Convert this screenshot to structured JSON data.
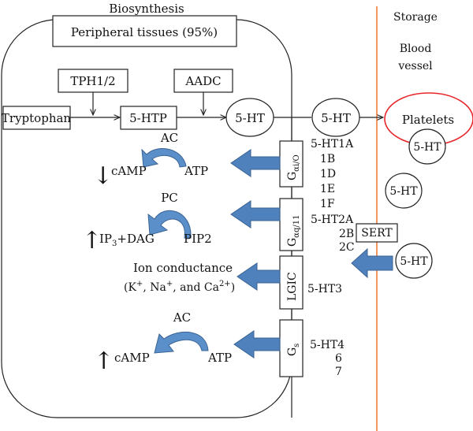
{
  "header": {
    "biosynthesis": "Biosynthesis",
    "peripheral": "Peripheral tissues (95%)",
    "storage": "Storage",
    "blood_vessel_1": "Blood",
    "blood_vessel_2": "vessel"
  },
  "pathway": {
    "tph": "TPH1/2",
    "aadc": "AADC",
    "tryptophan": "Tryptophan",
    "htp": "5-HTP",
    "ht_cell": "5-HT",
    "ht_out": "5-HT"
  },
  "platelets": {
    "label": "Platelets",
    "ht_in_platelet": "5-HT",
    "ht_free": "5-HT",
    "ht_sert": "5-HT",
    "sert": "SERT"
  },
  "receptors": {
    "gi_main": "G",
    "gi_sub": "αi/O",
    "gq_main": "G",
    "gq_sub": "αq/11",
    "lgic": "LGIC",
    "gs_main": "G",
    "gs_sub": "s",
    "ht1_a": "5-HT1A",
    "ht1_b": "1B",
    "ht1_d": "1D",
    "ht1_e": "1E",
    "ht1_f": "1F",
    "ht2_a": "5-HT2A",
    "ht2_b": "2B",
    "ht2_c": "2C",
    "ht3": "5-HT3",
    "ht4": "5-HT4",
    "ht6": "6",
    "ht7": "7"
  },
  "effects": {
    "ac_1": "AC",
    "camp_1": "cAMP",
    "atp_1": "ATP",
    "down_arrow": "↓",
    "pc": "PC",
    "ip3_a": "IP",
    "ip3_sub": "3",
    "ip3_b": "+DAG",
    "pip2": "PIP2",
    "up_arrow_1": "↑",
    "ion_title": "Ion conductance",
    "ion_open": "(K",
    "ion_k_sup": "+",
    "ion_mid1": ", Na",
    "ion_na_sup": "+",
    "ion_mid2": ", and Ca",
    "ion_ca_sup": "2+",
    "ion_close": ")",
    "ac_2": "AC",
    "camp_2": "cAMP",
    "atp_2": "ATP",
    "up_arrow_2": "↑"
  },
  "colors": {
    "blood_vessel_line": "#f07f3c",
    "platelet_outline": "#e8262a",
    "receptor_arrow": "#4f81bd"
  }
}
